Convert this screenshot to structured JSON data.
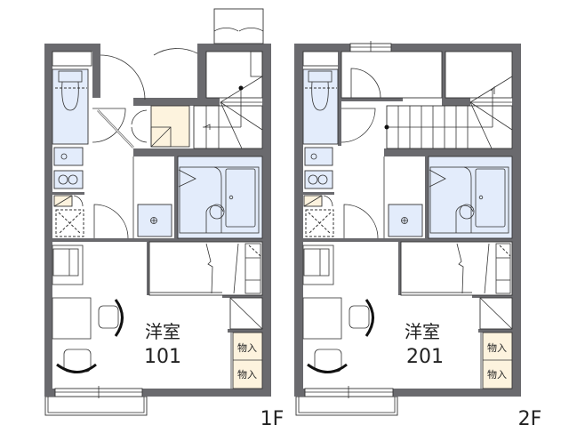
{
  "floors": [
    {
      "id": "1F",
      "floor_label": "1F",
      "room_type": "洋室",
      "room_number": "101",
      "storage_labels": [
        "物入",
        "物入"
      ]
    },
    {
      "id": "2F",
      "floor_label": "2F",
      "room_type": "洋室",
      "room_number": "201",
      "storage_labels": [
        "物入",
        "物入"
      ]
    }
  ],
  "colors": {
    "wall": "#6a6a6e",
    "wet_area": "#e3ecfb",
    "storage": "#fdf3de",
    "background": "#ffffff"
  }
}
